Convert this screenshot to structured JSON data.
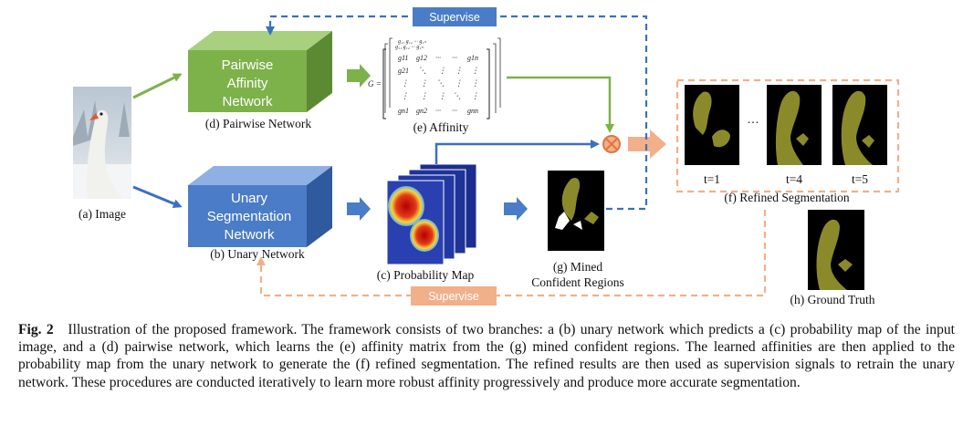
{
  "labels": {
    "image": "(a) Image",
    "unary_network": "(b) Unary Network",
    "probability_map": "(c) Probability Map",
    "pairwise_network": "(d) Pairwise Network",
    "affinity": "(e) Affinity",
    "refined_segmentation": "(f) Refined Segmentation",
    "mined_line1": "(g) Mined",
    "mined_line2": "Confident Regions",
    "ground_truth": "(h) Ground Truth"
  },
  "boxes": {
    "pairwise": [
      "Pairwise",
      "Affinity",
      "Network"
    ],
    "unary": [
      "Unary",
      "Segmentation",
      "Network"
    ]
  },
  "supervise_top": "Supervise",
  "supervise_bottom": "Supervise",
  "matrix": {
    "lhs": "G =",
    "row1": [
      "g11",
      "g12",
      "···",
      "···",
      "g1n"
    ],
    "row2": [
      "g21",
      "⋱",
      "⋮",
      "⋮",
      "⋮"
    ],
    "row3": [
      "⋮",
      "⋮",
      "⋱",
      "⋮",
      "⋮"
    ],
    "row4": [
      "⋮",
      "⋮",
      "⋮",
      "⋱",
      "⋮"
    ],
    "row5": [
      "gn1",
      "gn2",
      "···",
      "···",
      "gnn"
    ]
  },
  "steps": {
    "t1": "t=1",
    "dots": "···",
    "t4": "t=4",
    "t5": "t=5"
  },
  "caption": {
    "lead": "Fig. 2",
    "text": "Illustration of the proposed framework. The framework consists of two branches: a (b) unary network which predicts a (c) probability map of the input image, and a (d) pairwise network, which learns the (e) affinity matrix from the (g) mined confident regions. The learned affinities are then applied to the probability map from the unary network to generate the (f) refined segmentation. The refined results are then used as supervision signals to retrain the unary network. These procedures are conducted iteratively to learn more robust affinity progressively and produce more accurate segmentation."
  },
  "colors": {
    "green": "#7db24a",
    "blue": "#4a7cc7",
    "orange": "#f2b08a",
    "olive": "#8b8a2a",
    "dashed_blue": "#3a6fc4"
  }
}
